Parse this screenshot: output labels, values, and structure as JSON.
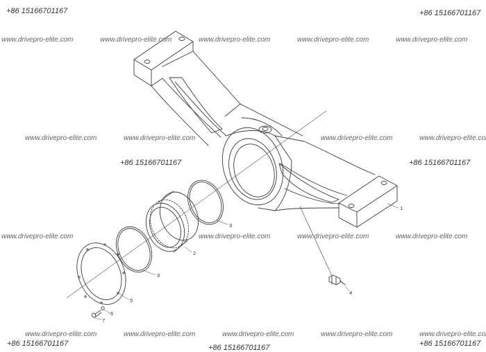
{
  "watermark": {
    "site": "www.drivepro-elite.com",
    "phone": "+86 15166701167"
  },
  "callouts": {
    "c1": "1",
    "c2": "2",
    "c3a": "3",
    "c3b": "3",
    "c4": "4",
    "c5": "5",
    "c6": "6",
    "c7": "7"
  },
  "parts": [
    "axle-housing-body",
    "bushing-sleeve",
    "o-ring-seal",
    "grease-fitting",
    "retaining-plate",
    "lock-washer",
    "bolt"
  ]
}
